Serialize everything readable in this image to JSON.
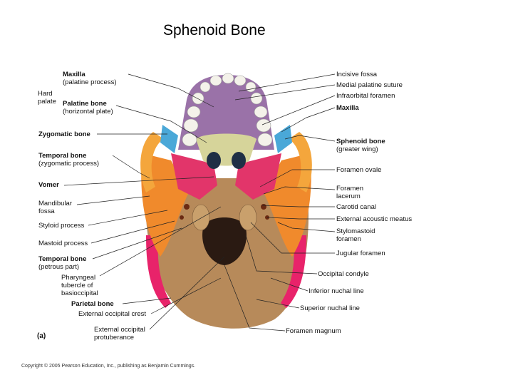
{
  "title": "Sphenoid Bone",
  "panel_label": "(a)",
  "hard_palate_label": [
    "Hard",
    "palate"
  ],
  "copyright": "Copyright © 2005 Pearson Education, Inc., publishing as Benjamin Cummings.",
  "colors": {
    "maxilla": "#9a72a8",
    "palatine": "#d6d49a",
    "zygomatic": "#f4a63c",
    "temporal": "#f08a2c",
    "sphenoid": "#e2356a",
    "sphenoid_wing": "#4aa8d8",
    "occipital": "#b78a5a",
    "parietal": "#e8236a",
    "teeth": "#f4f2ea"
  },
  "left_labels": [
    {
      "id": "maxilla-palatine",
      "main": "Maxilla",
      "sub": "(palatine process)"
    },
    {
      "id": "palatine-bone",
      "main": "Palatine bone",
      "sub": "(horizontal plate)"
    },
    {
      "id": "zygomatic-bone",
      "main": "Zygomatic bone",
      "sub": ""
    },
    {
      "id": "temporal-zygomatic",
      "main": "Temporal bone",
      "sub": "(zygomatic process)"
    },
    {
      "id": "vomer",
      "main": "Vomer",
      "sub": ""
    },
    {
      "id": "mandibular-fossa",
      "main": "Mandibular",
      "sub": "fossa"
    },
    {
      "id": "styloid-process",
      "main": "Styloid process",
      "sub": ""
    },
    {
      "id": "mastoid-process",
      "main": "Mastoid process",
      "sub": ""
    },
    {
      "id": "temporal-petrous",
      "main": "Temporal bone",
      "sub": "(petrous part)"
    },
    {
      "id": "pharyngeal-tubercle",
      "main": "Pharyngeal",
      "sub": "tubercle of basioccipital"
    },
    {
      "id": "parietal-bone",
      "main": "Parietal bone",
      "sub": ""
    },
    {
      "id": "external-occipital-crest",
      "main": "External occipital crest",
      "sub": ""
    },
    {
      "id": "external-occipital-protuberance",
      "main": "External occipital",
      "sub": "protuberance"
    }
  ],
  "right_labels": [
    {
      "id": "incisive-fossa",
      "main": "Incisive fossa",
      "sub": ""
    },
    {
      "id": "medial-palatine-suture",
      "main": "Medial palatine suture",
      "sub": ""
    },
    {
      "id": "infraorbital-foramen",
      "main": "Infraorbital foramen",
      "sub": ""
    },
    {
      "id": "maxilla",
      "main": "Maxilla",
      "sub": ""
    },
    {
      "id": "sphenoid-greater-wing",
      "main": "Sphenoid bone",
      "sub": "(greater wing)"
    },
    {
      "id": "foramen-ovale",
      "main": "Foramen ovale",
      "sub": ""
    },
    {
      "id": "foramen-lacerum",
      "main": "Foramen",
      "sub": "lacerum"
    },
    {
      "id": "carotid-canal",
      "main": "Carotid canal",
      "sub": ""
    },
    {
      "id": "external-acoustic-meatus",
      "main": "External acoustic meatus",
      "sub": ""
    },
    {
      "id": "stylomastoid-foramen",
      "main": "Stylomastoid",
      "sub": "foramen"
    },
    {
      "id": "jugular-foramen",
      "main": "Jugular foramen",
      "sub": ""
    },
    {
      "id": "occipital-condyle",
      "main": "Occipital condyle",
      "sub": ""
    },
    {
      "id": "inferior-nuchal-line",
      "main": "Inferior nuchal line",
      "sub": ""
    },
    {
      "id": "superior-nuchal-line",
      "main": "Superior nuchal line",
      "sub": ""
    },
    {
      "id": "foramen-magnum",
      "main": "Foramen magnum",
      "sub": ""
    }
  ]
}
